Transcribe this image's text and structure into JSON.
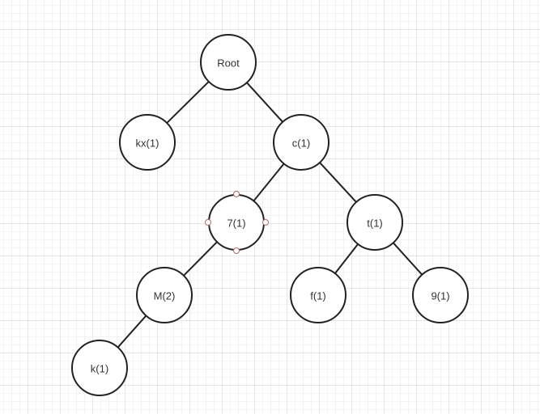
{
  "diagram": {
    "type": "tree",
    "nodes": [
      {
        "id": "root",
        "label": "Root"
      },
      {
        "id": "kx",
        "label": "kx(1)"
      },
      {
        "id": "c",
        "label": "c(1)"
      },
      {
        "id": "n7",
        "label": "7(1)",
        "selected": true
      },
      {
        "id": "t",
        "label": "t(1)"
      },
      {
        "id": "M",
        "label": "M(2)"
      },
      {
        "id": "f",
        "label": "f(1)"
      },
      {
        "id": "n9",
        "label": "9(1)"
      },
      {
        "id": "k",
        "label": "k(1)"
      }
    ],
    "edges": [
      {
        "from": "root",
        "to": "kx"
      },
      {
        "from": "root",
        "to": "c"
      },
      {
        "from": "c",
        "to": "n7"
      },
      {
        "from": "c",
        "to": "t"
      },
      {
        "from": "n7",
        "to": "M"
      },
      {
        "from": "t",
        "to": "f"
      },
      {
        "from": "t",
        "to": "n9"
      },
      {
        "from": "M",
        "to": "k"
      }
    ]
  },
  "colors": {
    "stroke": "#222222",
    "grid": "#e6e6e6",
    "selection_handle": "#b36b6b"
  }
}
